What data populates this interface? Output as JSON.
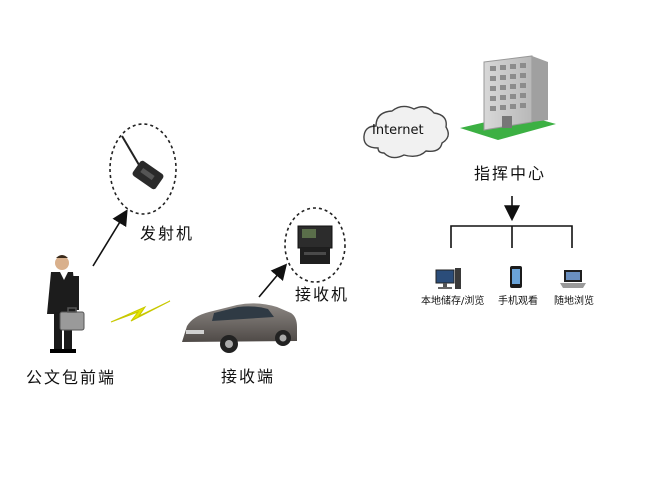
{
  "nodes": {
    "briefcase_front": "公文包前端",
    "transmitter": "发射机",
    "receiver_vehicle": "接收端",
    "receiver_unit": "接收机",
    "internet": "Internet",
    "command_center": "指挥中心"
  },
  "endpoints": [
    {
      "label": "本地储存/浏览",
      "icon": "desktop-computer-icon"
    },
    {
      "label": "手机观看",
      "icon": "smartphone-icon"
    },
    {
      "label": "随地浏览",
      "icon": "laptop-icon"
    }
  ],
  "colors": {
    "arrow": "#111111",
    "lightning": "#e6e600",
    "lawn": "#3cb043",
    "building": "#c9c9c9",
    "car": "#6f6a66"
  }
}
